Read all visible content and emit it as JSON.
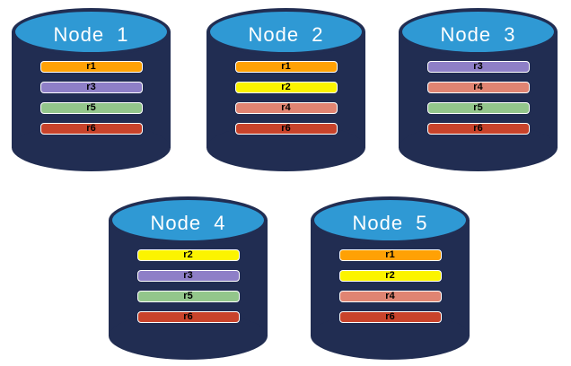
{
  "colors": {
    "background": "#FFFFFF",
    "cylinder_body": "#212D52",
    "cylinder_top": "#2F99D4",
    "node_label_text": "#FFFFFF",
    "replica_label_text": "#000000",
    "replica_border": "#FFFFFF"
  },
  "replica_colors": {
    "r1": "#FFA105",
    "r2": "#FCF400",
    "r3": "#8E7FC7",
    "r4": "#E08472",
    "r5": "#93C68B",
    "r6": "#C8432B"
  },
  "nodes": [
    {
      "label": "Node 1",
      "replicas": [
        "r1",
        "r3",
        "r5",
        "r6"
      ]
    },
    {
      "label": "Node 2",
      "replicas": [
        "r1",
        "r2",
        "r4",
        "r6"
      ]
    },
    {
      "label": "Node 3",
      "replicas": [
        "r3",
        "r4",
        "r5",
        "r6"
      ]
    },
    {
      "label": "Node 4",
      "replicas": [
        "r2",
        "r3",
        "r5",
        "r6"
      ]
    },
    {
      "label": "Node 5",
      "replicas": [
        "r1",
        "r2",
        "r4",
        "r6"
      ]
    }
  ]
}
